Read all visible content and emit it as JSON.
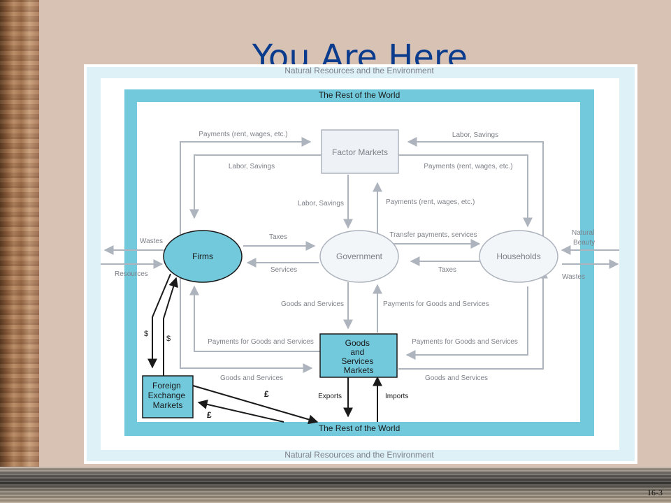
{
  "slide": {
    "title": "You Are Here",
    "number": "16-3"
  },
  "diagram": {
    "outer_label_top": "Natural Resources and the Environment",
    "outer_label_bottom": "Natural Resources and the Environment",
    "world_label_top": "The Rest of the World",
    "world_label_bottom": "The Rest of the World",
    "nodes": {
      "factor_markets": "Factor Markets",
      "firms": "Firms",
      "government": "Government",
      "households": "Households",
      "goods_markets": [
        "Goods",
        "and",
        "Services",
        "Markets"
      ],
      "fx_markets": [
        "Foreign",
        "Exchange",
        "Markets"
      ]
    },
    "flows": {
      "payments_to_factor": "Payments (rent, wages, etc.)",
      "labor_savings_to_factor": "Labor, Savings",
      "labor_savings_to_firms": "Labor, Savings",
      "payments_to_households": "Payments (rent, wages, etc.)",
      "labor_savings_to_gov": "Labor, Savings",
      "payments_from_gov": "Payments (rent, wages, etc.)",
      "taxes_from_firms": "Taxes",
      "services_to_firms": "Services",
      "transfer_payments": "Transfer payments, services",
      "taxes_from_households": "Taxes",
      "goods_to_gov": "Goods and Services",
      "payments_from_gov_goods": "Payments for Goods and Services",
      "payments_goods_firms": "Payments for Goods and Services",
      "payments_goods_households": "Payments for Goods and Services",
      "goods_to_firms_markets": "Goods and Services",
      "goods_to_households": "Goods and Services",
      "wastes_left": "Wastes",
      "resources_left": "Resources",
      "natural_beauty": [
        "Natural",
        "Beauty"
      ],
      "wastes_right": "Wastes",
      "dollar_down": "$",
      "dollar_up": "$",
      "pound_top": "£",
      "pound_bottom": "£",
      "exports": "Exports",
      "imports": "Imports"
    }
  }
}
